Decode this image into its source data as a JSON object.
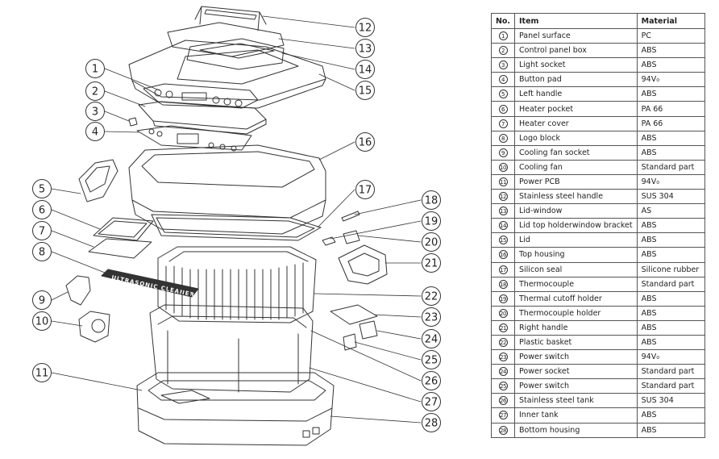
{
  "table": {
    "headers": {
      "no": "No.",
      "item": "Item",
      "material": "Material"
    },
    "rows": [
      {
        "no": "1",
        "item": "Panel surface",
        "material": "PC"
      },
      {
        "no": "2",
        "item": "Control panel box",
        "material": "ABS"
      },
      {
        "no": "3",
        "item": "Light socket",
        "material": "ABS"
      },
      {
        "no": "4",
        "item": "Button pad",
        "material": "94V₀"
      },
      {
        "no": "5",
        "item": "Left handle",
        "material": "ABS"
      },
      {
        "no": "6",
        "item": "Heater pocket",
        "material": "PA 66"
      },
      {
        "no": "7",
        "item": "Heater cover",
        "material": "PA 66"
      },
      {
        "no": "8",
        "item": "Logo block",
        "material": "ABS"
      },
      {
        "no": "9",
        "item": "Cooling fan socket",
        "material": "ABS"
      },
      {
        "no": "10",
        "item": "Cooling fan",
        "material": "Standard part"
      },
      {
        "no": "11",
        "item": "Power PCB",
        "material": "94V₀"
      },
      {
        "no": "12",
        "item": "Stainless steel handle",
        "material": "SUS 304"
      },
      {
        "no": "13",
        "item": "Lid-window",
        "material": "AS"
      },
      {
        "no": "14",
        "item": "Lid top holderwindow bracket",
        "material": "ABS"
      },
      {
        "no": "15",
        "item": "Lid",
        "material": "ABS"
      },
      {
        "no": "16",
        "item": "Top housing",
        "material": "ABS"
      },
      {
        "no": "17",
        "item": "Silicon seal",
        "material": "Silicone rubber"
      },
      {
        "no": "18",
        "item": "Thermocouple",
        "material": "Standard part"
      },
      {
        "no": "19",
        "item": "Thermal cutoff holder",
        "material": "ABS"
      },
      {
        "no": "20",
        "item": "Thermocouple holder",
        "material": "ABS"
      },
      {
        "no": "21",
        "item": "Right handle",
        "material": "ABS"
      },
      {
        "no": "22",
        "item": "Plastic basket",
        "material": "ABS"
      },
      {
        "no": "23",
        "item": "Power switch",
        "material": "94V₀"
      },
      {
        "no": "24",
        "item": "Power socket",
        "material": "Standard part"
      },
      {
        "no": "25",
        "item": "Power switch",
        "material": "Standard part"
      },
      {
        "no": "26",
        "item": "Stainless steel tank",
        "material": "SUS 304"
      },
      {
        "no": "27",
        "item": "Inner tank",
        "material": "ABS"
      },
      {
        "no": "28",
        "item": "Bottom housing",
        "material": "ABS"
      }
    ]
  },
  "diagram": {
    "callouts": [
      "1",
      "2",
      "3",
      "4",
      "5",
      "6",
      "7",
      "8",
      "9",
      "10",
      "11",
      "12",
      "13",
      "14",
      "15",
      "16",
      "17",
      "18",
      "19",
      "20",
      "21",
      "22",
      "23",
      "24",
      "25",
      "26",
      "27",
      "28"
    ],
    "logo_text": "ULTRASONIC CLEANER"
  }
}
